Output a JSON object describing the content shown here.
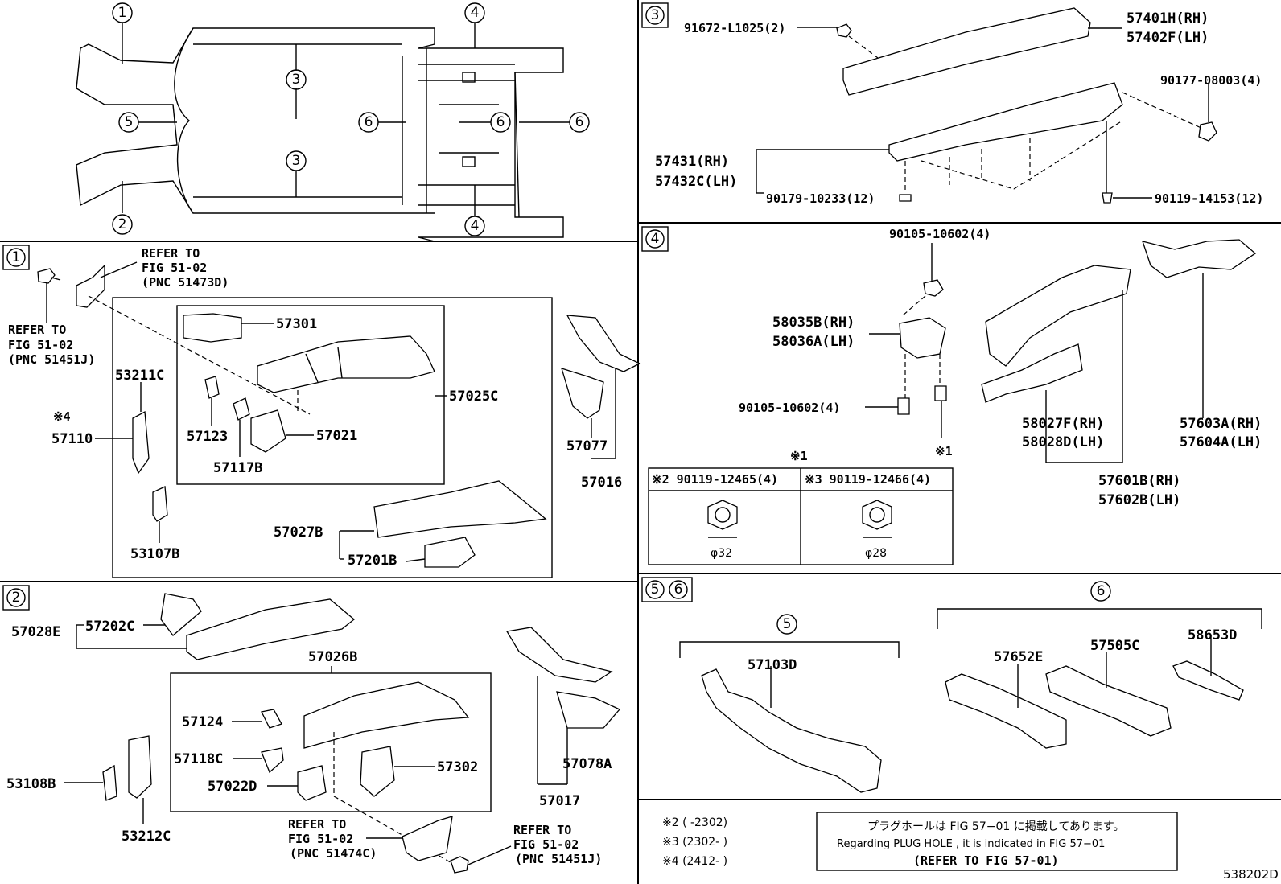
{
  "diagram_id": "538202D",
  "overview": {
    "callouts": [
      "1",
      "2",
      "3",
      "3",
      "4",
      "4",
      "5",
      "6",
      "6",
      "6"
    ]
  },
  "section1": {
    "badge": "1",
    "refer_top": [
      "REFER TO",
      "FIG 51-02",
      "(PNC 51473D)"
    ],
    "refer_left": [
      "REFER TO",
      "FIG 51-02",
      "(PNC 51451J)"
    ],
    "note4": "※4",
    "parts": {
      "p57110": "57110",
      "p53211C": "53211C",
      "p53107B": "53107B",
      "p57301": "57301",
      "p57123": "57123",
      "p57117B": "57117B",
      "p57021": "57021",
      "p57025C": "57025C",
      "p57027B": "57027B",
      "p57201B": "57201B",
      "p57077": "57077",
      "p57016": "57016"
    }
  },
  "section2": {
    "badge": "2",
    "refer_mid": [
      "REFER TO",
      "FIG 51-02",
      "(PNC 51474C)"
    ],
    "refer_right": [
      "REFER TO",
      "FIG 51-02",
      "(PNC 51451J)"
    ],
    "parts": {
      "p57028E": "57028E",
      "p57202C": "57202C",
      "p57026B": "57026B",
      "p57124": "57124",
      "p57118C": "57118C",
      "p57022D": "57022D",
      "p57302": "57302",
      "p53108B": "53108B",
      "p53212C": "53212C",
      "p57078A": "57078A",
      "p57017": "57017"
    }
  },
  "section3": {
    "badge": "3",
    "parts": {
      "bolt_top": "91672-L1025(2)",
      "p57401H": "57401H(RH)",
      "p57402F": "57402F(LH)",
      "nut_right": "90177-08003(4)",
      "p57431": "57431(RH)",
      "p57432C": "57432C(LH)",
      "plug": "90179-10233(12)",
      "bolt_bottom": "90119-14153(12)"
    }
  },
  "section4": {
    "badge": "4",
    "note1": "※1",
    "note1b": "※1",
    "parts": {
      "bolt_top": "90105-10602(4)",
      "p58035B": "58035B(RH)",
      "p58036A": "58036A(LH)",
      "bolt_left": "90105-10602(4)",
      "p58027F": "58027F(RH)",
      "p58028D": "58028D(LH)",
      "p57603A": "57603A(RH)",
      "p57604A": "57604A(LH)",
      "p57601B": "57601B(RH)",
      "p57602B": "57602B(LH)"
    },
    "nut_table": {
      "col1": "※2 90119-12465(4)",
      "col2": "※3 90119-12466(4)",
      "dia1": "φ32",
      "dia2": "φ28"
    }
  },
  "section56": {
    "badge5": "5",
    "badge6": "6",
    "group5": "5",
    "group6": "6",
    "parts": {
      "p57103D": "57103D",
      "p57652E": "57652E",
      "p57505C": "57505C",
      "p58653D": "58653D"
    }
  },
  "notes": {
    "n2": "※2 (      -2302)",
    "n3": "※3 (2302-      )",
    "n4": "※4 (2412-      )",
    "plug_jp": "プラグホールは FIG 57−01 に掲載してあります。",
    "plug_en": "Regarding  PLUG  HOLE , it is indicated in  FIG  57−01",
    "plug_ref": "(REFER  TO  FIG 57-01)"
  }
}
